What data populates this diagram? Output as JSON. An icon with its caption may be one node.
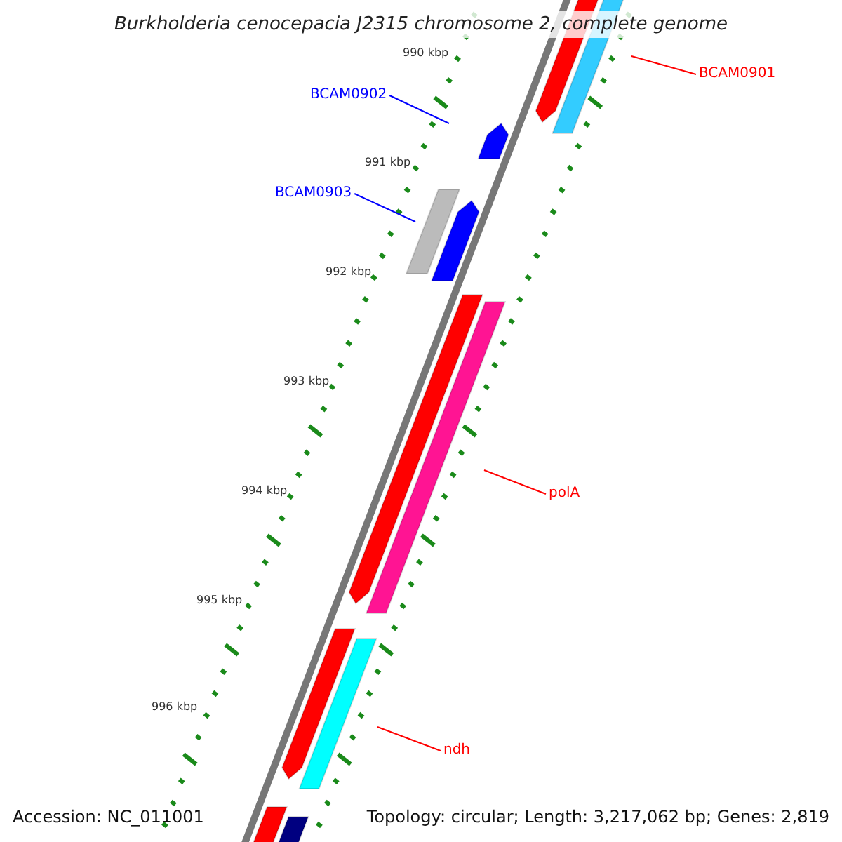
{
  "diagram": {
    "title": "Burkholderia cenocepacia J2315 chromosome 2, complete genome",
    "nodes": [
      {
        "text": [
          "BCAM0901"
        ]
      },
      {
        "text": [
          "BCAM0902"
        ]
      },
      {
        "text": [
          "BCAM0903"
        ]
      },
      {
        "text": [
          "polA"
        ]
      },
      {
        "text": [
          "ndh"
        ]
      }
    ],
    "edges": [
      {
        "from": 0,
        "to": null,
        "arrow": "none"
      },
      {
        "from": 1,
        "to": null,
        "arrow": "none",
        "color": "#0000ff"
      },
      {
        "from": 2,
        "to": null,
        "arrow": "none",
        "color": "#0000ff"
      },
      {
        "from": 3,
        "to": null,
        "arrow": "none"
      },
      {
        "from": 4,
        "to": null,
        "arrow": "none"
      }
    ],
    "labels": [
      "990 kbp",
      "991 kbp",
      "992 kbp",
      "993 kbp",
      "994 kbp",
      "995 kbp",
      "996 kbp",
      "Accession: NC_011001",
      "Topology: circular; Length: 3,217,062 bp; Genes: 2,819"
    ]
  }
}
